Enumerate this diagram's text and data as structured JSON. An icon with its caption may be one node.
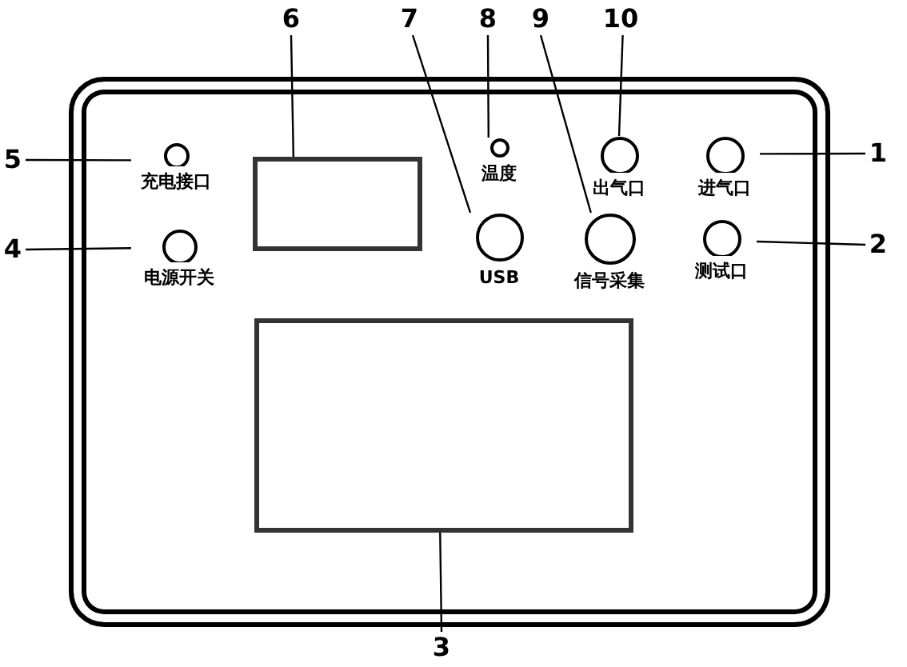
{
  "diagram": {
    "nodes": [
      {
        "text": [
          "6"
        ]
      },
      {
        "text": [
          "7"
        ]
      },
      {
        "text": [
          "8"
        ]
      },
      {
        "text": [
          "9"
        ]
      },
      {
        "text": [
          "10"
        ]
      },
      {
        "text": [],
        "shape": "box"
      },
      {
        "text": [
          "1"
        ]
      },
      {
        "text": [
          "5"
        ]
      },
      {
        "text": [
          "充电接口"
        ],
        "in": 5
      },
      {
        "text": [],
        "shape": "box",
        "in": 5
      },
      {
        "text": [
          "温度"
        ],
        "in": 5
      },
      {
        "text": [
          "出气口"
        ],
        "in": 5
      },
      {
        "text": [
          "进气口"
        ],
        "in": 5
      },
      {
        "text": [
          "4"
        ]
      },
      {
        "text": [
          "电源开关"
        ],
        "in": 5
      },
      {
        "text": [
          "USB"
        ],
        "in": 5
      },
      {
        "text": [
          "信号采集"
        ],
        "in": 5
      },
      {
        "text": [
          "测试口"
        ],
        "in": 5
      },
      {
        "text": [
          "2"
        ]
      },
      {
        "text": [],
        "shape": "box",
        "in": 5
      },
      {
        "text": [
          "3"
        ]
      }
    ],
    "edges": [
      {
        "from": 0,
        "to": 9,
        "arrow": "none"
      },
      {
        "from": 1,
        "to": 15,
        "arrow": "none"
      },
      {
        "from": 2,
        "to": 10,
        "arrow": "none"
      },
      {
        "from": 3,
        "to": 16,
        "arrow": "none"
      },
      {
        "from": 4,
        "to": 11,
        "arrow": "none"
      },
      {
        "from": 6,
        "to": 12,
        "arrow": "none"
      },
      {
        "from": 7,
        "to": 8,
        "arrow": "none"
      },
      {
        "from": 13,
        "to": 14,
        "arrow": "none"
      },
      {
        "from": 18,
        "to": 17,
        "arrow": "none"
      },
      {
        "from": 20,
        "to": 19,
        "arrow": "none"
      }
    ]
  }
}
